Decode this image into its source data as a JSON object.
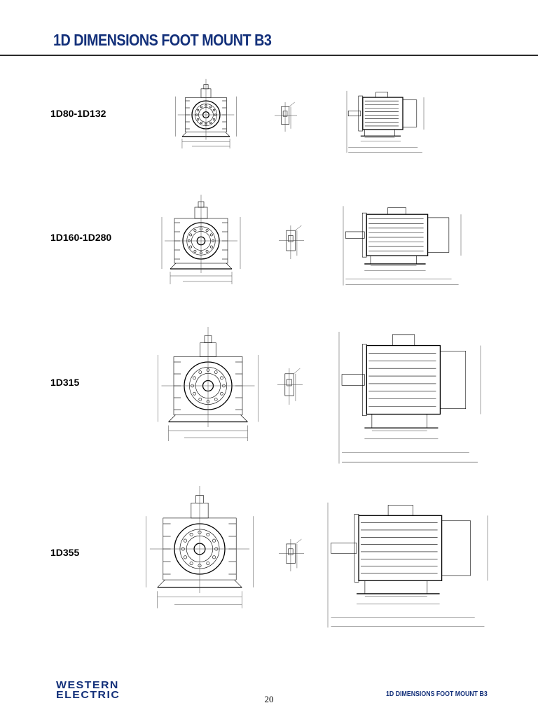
{
  "header": {
    "title": "1D DIMENSIONS FOOT MOUNT B3"
  },
  "rows": [
    {
      "label": "1D80-1D132"
    },
    {
      "label": "1D160-1D280"
    },
    {
      "label": "1D315"
    },
    {
      "label": "1D355"
    }
  ],
  "footer": {
    "logo_line1": "WESTERN",
    "logo_line2": "ELECTRIC",
    "page_number": "20",
    "title": "1D DIMENSIONS FOOT MOUNT B3"
  }
}
